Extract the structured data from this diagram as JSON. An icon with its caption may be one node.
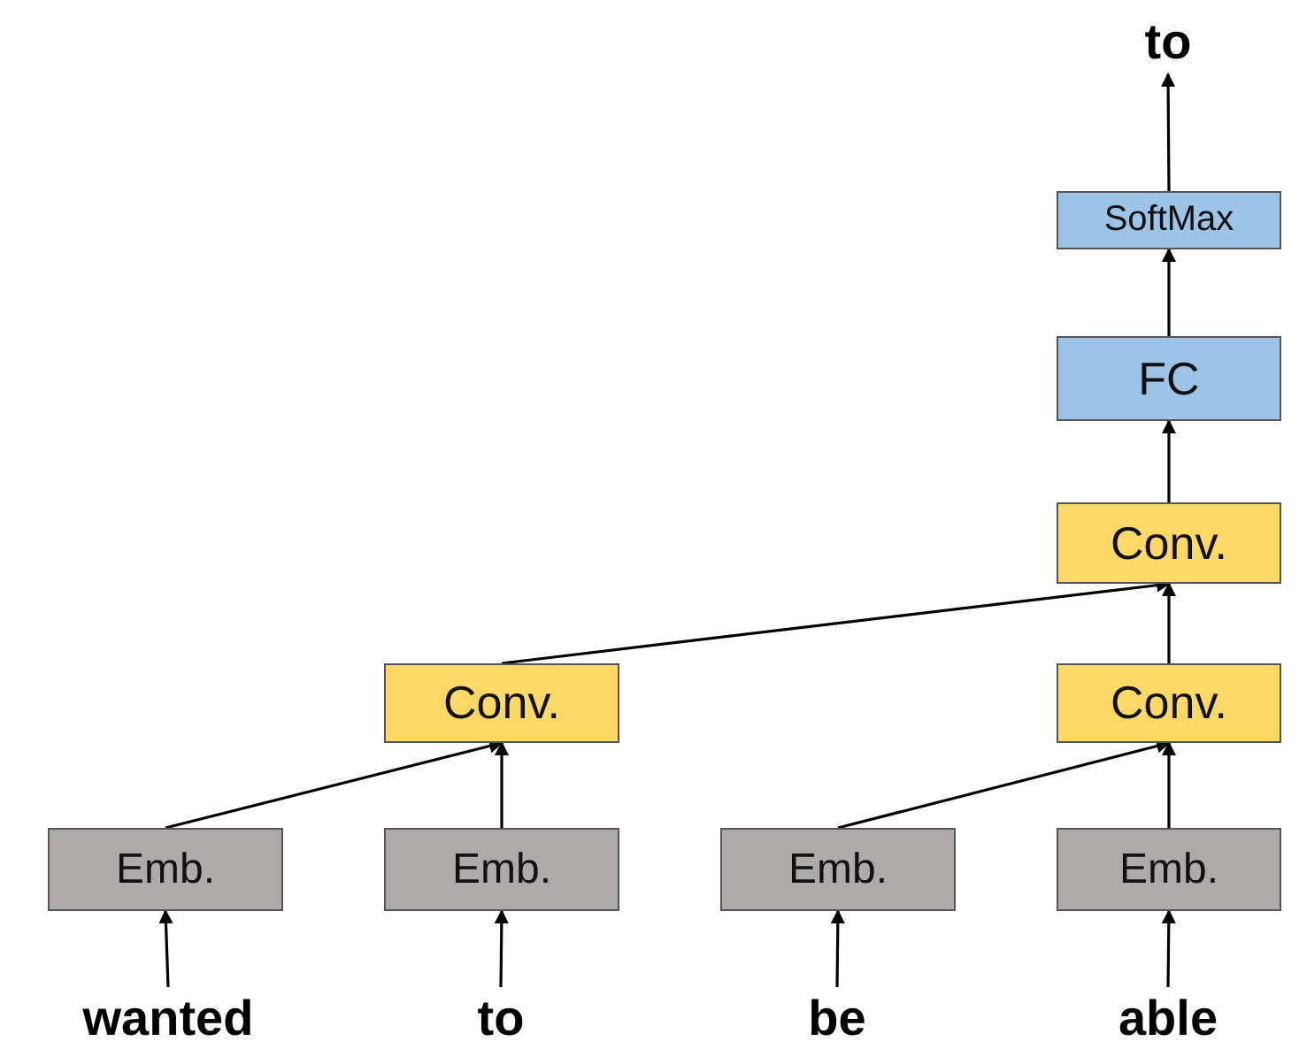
{
  "diagram": {
    "nodes": [
      {
        "text": [
          "to"
        ]
      },
      {
        "text": [
          "SoftMax"
        ]
      },
      {
        "text": [
          "FC"
        ]
      },
      {
        "text": [
          "Conv."
        ]
      },
      {
        "text": [
          "Conv."
        ]
      },
      {
        "text": [
          "Conv."
        ]
      },
      {
        "text": [
          "Emb."
        ]
      },
      {
        "text": [
          "Emb."
        ]
      },
      {
        "text": [
          "Emb."
        ]
      },
      {
        "text": [
          "Emb."
        ]
      },
      {
        "text": [
          "wanted"
        ]
      },
      {
        "text": [
          "to"
        ]
      },
      {
        "text": [
          "be"
        ]
      },
      {
        "text": [
          "able"
        ]
      }
    ],
    "edges": [
      {
        "from": 10,
        "to": 6,
        "arrow": "to"
      },
      {
        "from": 11,
        "to": 7,
        "arrow": "to"
      },
      {
        "from": 12,
        "to": 8,
        "arrow": "to"
      },
      {
        "from": 13,
        "to": 9,
        "arrow": "to"
      },
      {
        "from": 6,
        "to": 4,
        "arrow": "to"
      },
      {
        "from": 7,
        "to": 4,
        "arrow": "to"
      },
      {
        "from": 8,
        "to": 5,
        "arrow": "to"
      },
      {
        "from": 9,
        "to": 5,
        "arrow": "to"
      },
      {
        "from": 4,
        "to": 3,
        "arrow": "to"
      },
      {
        "from": 5,
        "to": 3,
        "arrow": "to"
      },
      {
        "from": 3,
        "to": 2,
        "arrow": "to"
      },
      {
        "from": 2,
        "to": 1,
        "arrow": "to"
      },
      {
        "from": 1,
        "to": 0,
        "arrow": "to"
      }
    ]
  }
}
